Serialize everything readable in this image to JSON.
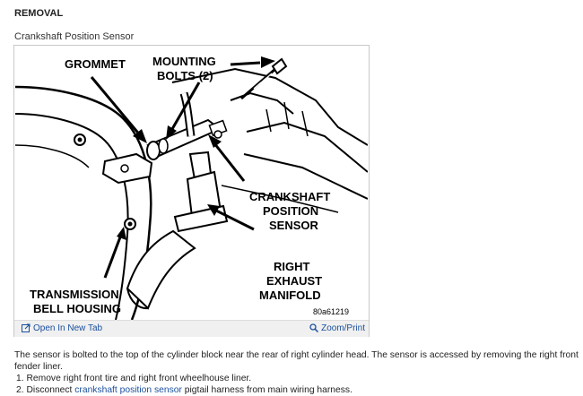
{
  "section_heading": "REMOVAL",
  "figure": {
    "caption": "Crankshaft Position Sensor",
    "labels": {
      "grommet": "GROMMET",
      "mounting_1": "MOUNTING",
      "mounting_2": "BOLTS (2)",
      "crank_1": "CRANKSHAFT",
      "crank_2": "POSITION",
      "crank_3": "SENSOR",
      "exhaust_1": "RIGHT",
      "exhaust_2": "EXHAUST",
      "exhaust_3": "MANIFOLD",
      "trans_1": "TRANSMISSION",
      "trans_2": "BELL HOUSING"
    },
    "code": "80a61219",
    "open_tab_label": "Open In New Tab",
    "zoom_label": "Zoom/Print",
    "icons": [
      "external-link-icon",
      "magnifier-icon"
    ]
  },
  "description": "The sensor is bolted to the top of the cylinder block near the rear of right cylinder head. The sensor is accessed by removing the right front fender liner.",
  "steps": [
    {
      "number": "1.",
      "text": "Remove right front tire and right front wheelhouse liner."
    },
    {
      "number": "2.",
      "pre": "Disconnect ",
      "link": "crankshaft position sensor",
      "post": " pigtail harness from main wiring harness."
    }
  ],
  "colors": {
    "link": "#1a4f9c",
    "footer_bg": "#f0f0f0",
    "border": "#c9c9c9"
  }
}
